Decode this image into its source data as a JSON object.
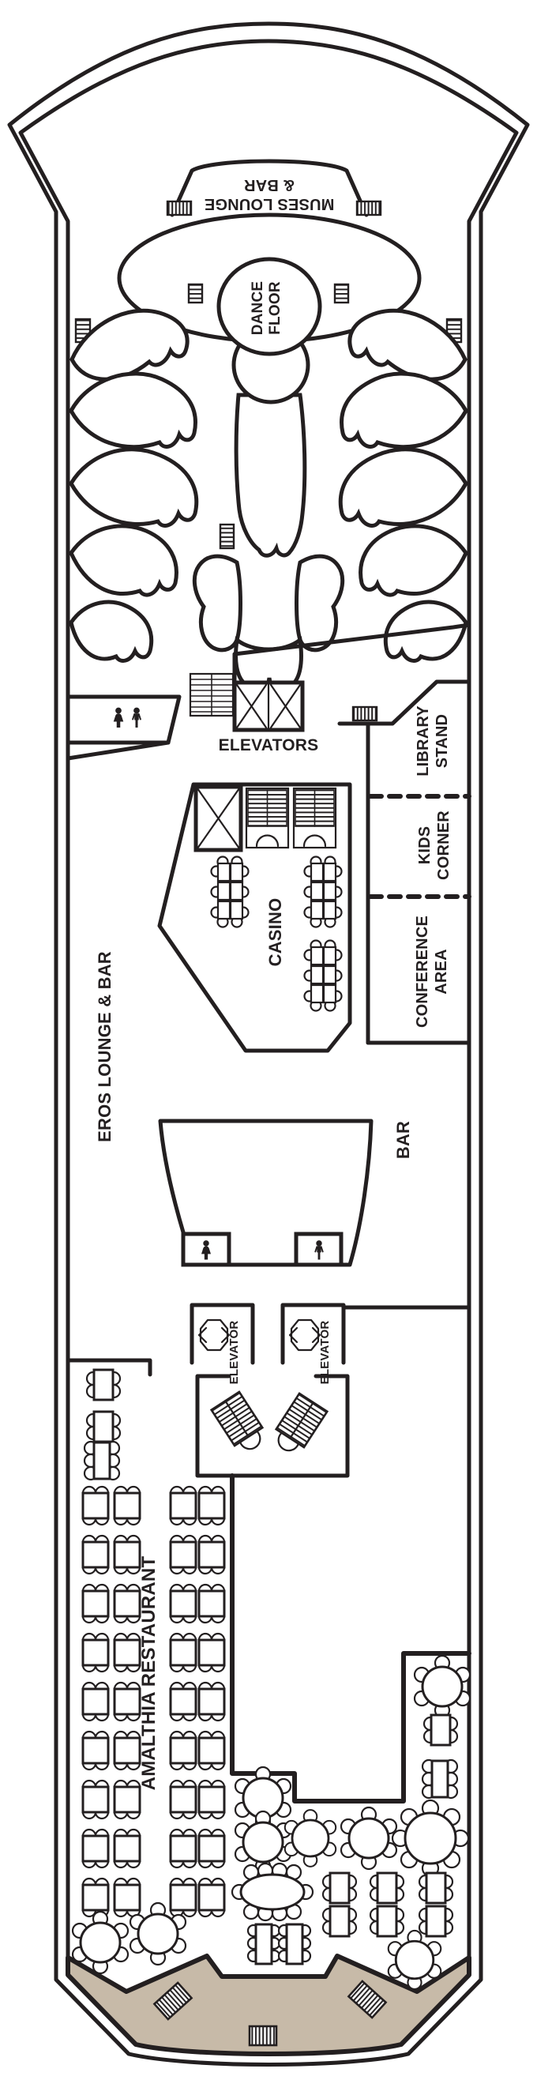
{
  "page": {
    "title": "Cruise ship deck plan",
    "type": "deck-plan-diagram"
  },
  "colors": {
    "line": "#231f20",
    "deck_teak": "#c7baa8",
    "background": "#ffffff"
  },
  "labels": {
    "muses": {
      "line1": "MUSES LOUNGE",
      "line2": "& BAR"
    },
    "dance": {
      "line1": "DANCE",
      "line2": "FLOOR"
    },
    "elevators": "ELEVATORS",
    "library": {
      "line1": "LIBRARY",
      "line2": "STAND"
    },
    "kids": {
      "line1": "KIDS",
      "line2": "CORNER"
    },
    "conference": {
      "line1": "CONFERENCE",
      "line2": "AREA"
    },
    "casino": "CASINO",
    "eros": "EROS LOUNGE & BAR",
    "bar": "BAR",
    "elevator_left": "ELEVATOR",
    "elevator_right": "ELEVATOR",
    "restaurant": "AMALTHIA RESTAURANT"
  },
  "icons": {
    "restroom_female": "woman-silhouette",
    "restroom_male": "man-silhouette",
    "stairs": "hatched-stair-treads",
    "elevator_shaft": "crossed-box",
    "elevator_car": "octagon-with-arrows",
    "vent": "hatched-grille",
    "tables": [
      "square-4-seat",
      "side-4-seat",
      "rect-6-seat",
      "round-6-seat",
      "round-8-seat",
      "oval-10-seat",
      "casino-gaming-cluster",
      "waiter-station"
    ]
  }
}
